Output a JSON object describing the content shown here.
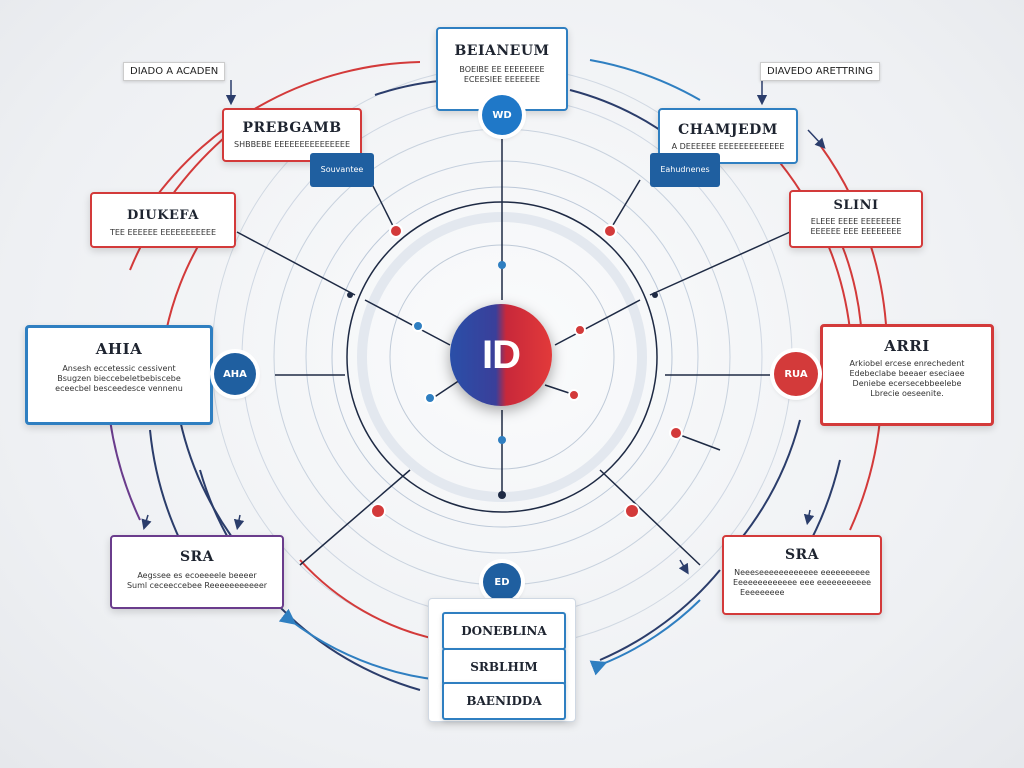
{
  "corner_labels": {
    "left": "DIADO A ACADEN",
    "right": "DIAVEDO ARETTRING"
  },
  "center": {
    "logo_text": "ID"
  },
  "nodes": {
    "top": {
      "title": "BEIANEUM",
      "lines": [
        "BOEIBE EE EEEEEEEE",
        "ECEESIEE EEEEEEE"
      ],
      "badge": "WD"
    },
    "top_left": {
      "title": "PREBGAMB",
      "lines": [
        "SHBBEBE EEEEEEEEEEEEEEE"
      ],
      "tag": "Souvantee"
    },
    "top_right": {
      "title": "CHAMJEDM",
      "lines": [
        "A DEEEEEE EEEEEEEEEEEEE"
      ],
      "tag": "Eahudnenes"
    },
    "upper_left": {
      "title": "DIUKEFA",
      "lines": [
        "TEE EEEEEE EEEEEEEEEEE"
      ]
    },
    "upper_right": {
      "title": "SLINI",
      "lines": [
        "ELEEE EEEE EEEEEEEE",
        "EEEEEE EEE EEEEEEEE"
      ]
    },
    "mid_left": {
      "title": "AHIA",
      "lines": [
        "Ansesh eccetessic cessivent",
        "Bsugzen bieccebeletbebiscebe",
        "eceecbel besceedesce vennenu"
      ],
      "badge": "AHA"
    },
    "mid_right": {
      "title": "ARRI",
      "lines": [
        "Arkiobel ercese enrechedent",
        "Edebeclabe beeaer eseciaee",
        "Deniebe ecersecebbeelebe",
        "Lbrecie oeseenite."
      ],
      "badge": "RUA"
    },
    "lower_left": {
      "title": "SRA",
      "lines": [
        "Aegssee es ecoeeeele beeeer",
        "Suml ceceeccebee Reeeeeeeeeeer"
      ]
    },
    "lower_right": {
      "title": "SRA",
      "lines": [
        "Neeeseeeeeeeeeeee eeeeeeeeee",
        "Eeeeeeeeeeeee eee eeeeeeeeeee",
        "Eeeeeeeee"
      ]
    },
    "bottom": {
      "badge": "ED",
      "items": [
        "DONEBLINA",
        "SRBLHIM",
        "BAENIDDA"
      ]
    }
  },
  "colors": {
    "blue": "#2f7fc1",
    "red": "#d33a3a",
    "navy": "#2b3d6b",
    "purple": "#6a3c8c"
  }
}
